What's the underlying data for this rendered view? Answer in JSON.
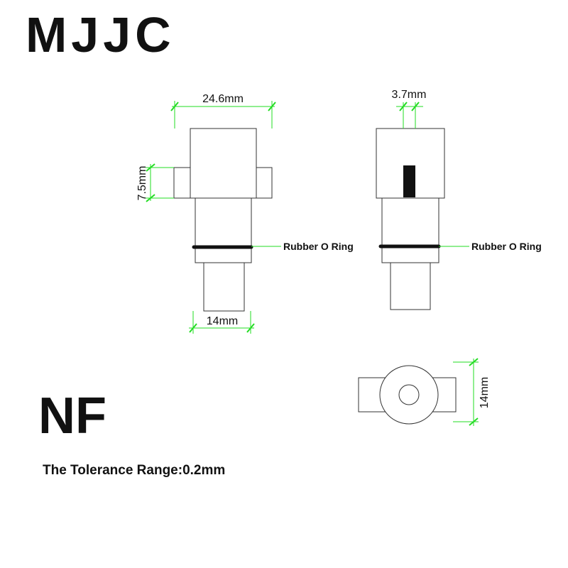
{
  "brand": "MJJC",
  "model": "NF",
  "tolerance": "The Tolerance Range:0.2mm",
  "colors": {
    "dimension": "#22dd22",
    "outline": "#333333",
    "ring": "#111111"
  },
  "dimensions": {
    "front_width": "24.6mm",
    "front_wing_height": "7.5mm",
    "front_nozzle_width": "14mm",
    "side_slot_width": "3.7mm",
    "top_view_height": "14mm"
  },
  "labels": {
    "front_ring": "Rubber O Ring",
    "side_ring": "Rubber O Ring"
  }
}
